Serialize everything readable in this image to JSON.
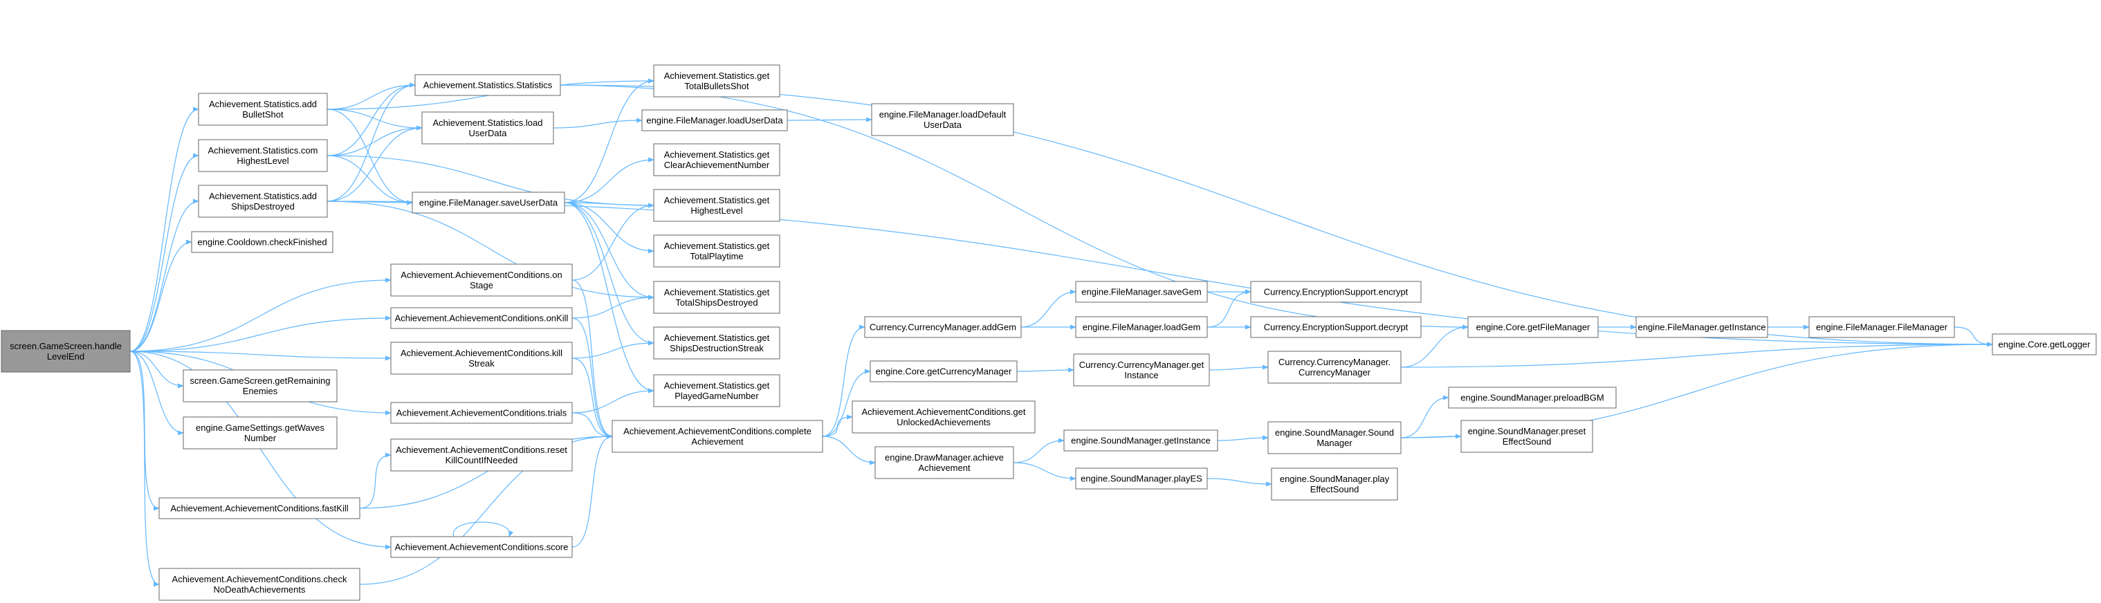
{
  "graph": {
    "root": "n_root",
    "colors": {
      "edge": "#63b8ff",
      "node_fill": "#ffffff",
      "node_border": "#666666",
      "root_fill": "#999999"
    },
    "nodes": {
      "n_root": [
        "screen.GameScreen.handle",
        "LevelEnd"
      ],
      "n_addBullet": [
        "Achievement.Statistics.add",
        "BulletShot"
      ],
      "n_comHighest": [
        "Achievement.Statistics.com",
        "HighestLevel"
      ],
      "n_addShips": [
        "Achievement.Statistics.add",
        "ShipsDestroyed"
      ],
      "n_cooldown": [
        "engine.Cooldown.checkFinished"
      ],
      "n_onStage": [
        "Achievement.AchievementConditions.on",
        "Stage"
      ],
      "n_onKill": [
        "Achievement.AchievementConditions.onKill"
      ],
      "n_killStreak": [
        "Achievement.AchievementConditions.kill",
        "Streak"
      ],
      "n_getRemaining": [
        "screen.GameScreen.getRemaining",
        "Enemies"
      ],
      "n_getWaves": [
        "engine.GameSettings.getWaves",
        "Number"
      ],
      "n_trials": [
        "Achievement.AchievementConditions.trials"
      ],
      "n_resetKill": [
        "Achievement.AchievementConditions.reset",
        "KillCountIfNeeded"
      ],
      "n_fastKill": [
        "Achievement.AchievementConditions.fastKill"
      ],
      "n_score": [
        "Achievement.AchievementConditions.score"
      ],
      "n_noDeath": [
        "Achievement.AchievementConditions.check",
        "NoDeathAchievements"
      ],
      "n_statsCtor": [
        "Achievement.Statistics.Statistics"
      ],
      "n_loadUser": [
        "Achievement.Statistics.load",
        "UserData"
      ],
      "n_saveUser": [
        "engine.FileManager.saveUserData"
      ],
      "n_complete": [
        "Achievement.AchievementConditions.complete",
        "Achievement"
      ],
      "n_getTotalBullets": [
        "Achievement.Statistics.get",
        "TotalBulletsShot"
      ],
      "n_fmLoadUser": [
        "engine.FileManager.loadUserData"
      ],
      "n_fmLoadDefault": [
        "engine.FileManager.loadDefault",
        "UserData"
      ],
      "n_getClearAch": [
        "Achievement.Statistics.get",
        "ClearAchievementNumber"
      ],
      "n_getHighest": [
        "Achievement.Statistics.get",
        "HighestLevel"
      ],
      "n_getPlaytime": [
        "Achievement.Statistics.get",
        "TotalPlaytime"
      ],
      "n_getTotalShips": [
        "Achievement.Statistics.get",
        "TotalShipsDestroyed"
      ],
      "n_getStreak": [
        "Achievement.Statistics.get",
        "ShipsDestructionStreak"
      ],
      "n_getPlayed": [
        "Achievement.Statistics.get",
        "PlayedGameNumber"
      ],
      "n_addGem": [
        "Currency.CurrencyManager.addGem"
      ],
      "n_getCurMgr": [
        "engine.Core.getCurrencyManager"
      ],
      "n_getUnlocked": [
        "Achievement.AchievementConditions.get",
        "UnlockedAchievements"
      ],
      "n_drawAch": [
        "engine.DrawManager.achieve",
        "Achievement"
      ],
      "n_saveGem": [
        "engine.FileManager.saveGem"
      ],
      "n_loadGem": [
        "engine.FileManager.loadGem"
      ],
      "n_curGetInst": [
        "Currency.CurrencyManager.get",
        "Instance"
      ],
      "n_sndGetInst": [
        "engine.SoundManager.getInstance"
      ],
      "n_playES": [
        "engine.SoundManager.playES"
      ],
      "n_encrypt": [
        "Currency.EncryptionSupport.encrypt"
      ],
      "n_decrypt": [
        "Currency.EncryptionSupport.decrypt"
      ],
      "n_curCtor": [
        "Currency.CurrencyManager.",
        "CurrencyManager"
      ],
      "n_sndCtor": [
        "engine.SoundManager.Sound",
        "Manager"
      ],
      "n_playEffect": [
        "engine.SoundManager.play",
        "EffectSound"
      ],
      "n_getFM": [
        "engine.Core.getFileManager"
      ],
      "n_preloadBGM": [
        "engine.SoundManager.preloadBGM"
      ],
      "n_presetEffect": [
        "engine.SoundManager.preset",
        "EffectSound"
      ],
      "n_fmGetInst": [
        "engine.FileManager.getInstance"
      ],
      "n_fmCtor": [
        "engine.FileManager.FileManager"
      ],
      "n_getLogger": [
        "engine.Core.getLogger"
      ]
    }
  }
}
